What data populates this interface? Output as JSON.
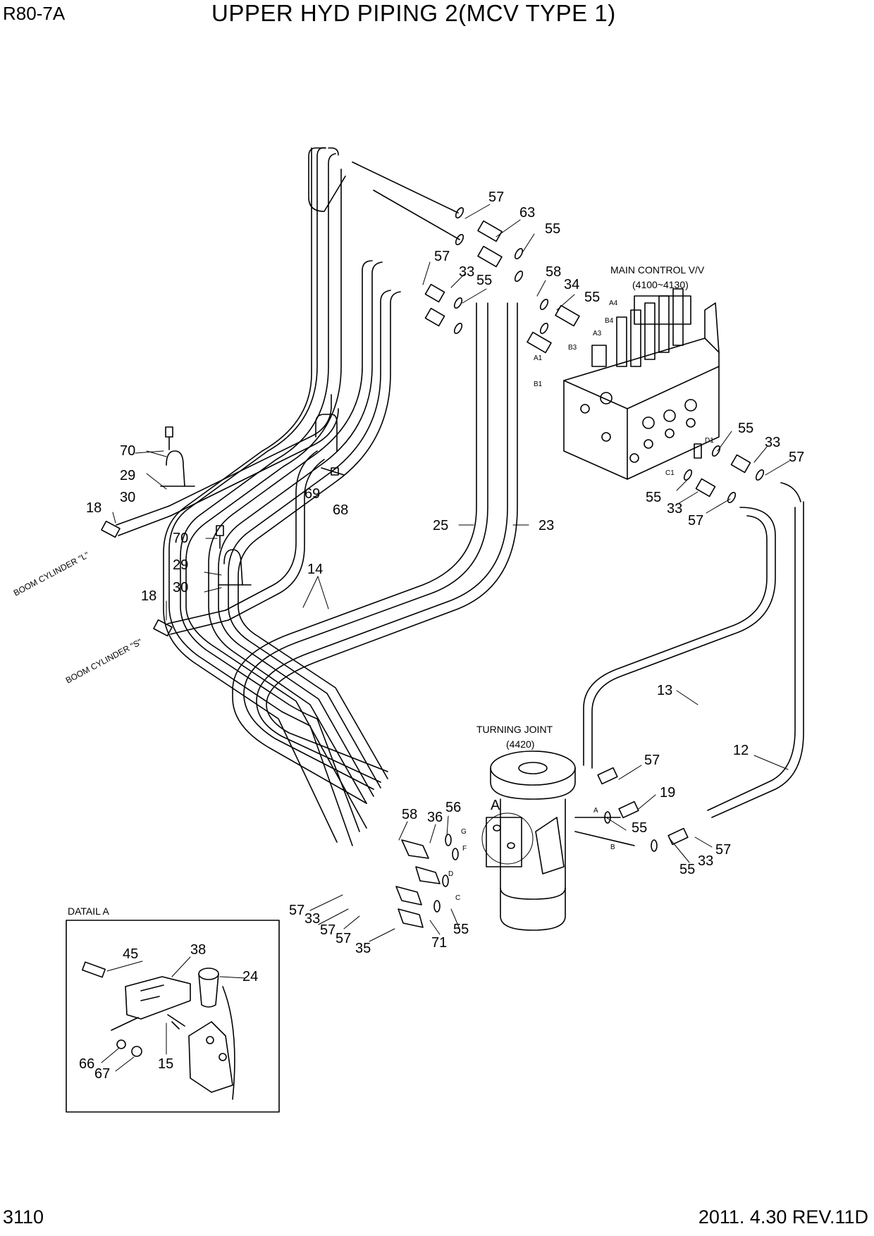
{
  "header": {
    "model": "R80-7A",
    "title": "UPPER HYD PIPING 2(MCV TYPE 1)"
  },
  "footer": {
    "page": "3110",
    "revision": "2011. 4.30 REV.11D"
  },
  "labels": {
    "main_control": "MAIN CONTROL V/V",
    "main_control_range": "(4100~4130)",
    "turning_joint": "TURNING JOINT",
    "turning_joint_code": "(4420)",
    "detail_a": "DATAIL A",
    "boom_l": "BOOM CYLINDER \"L\"",
    "boom_s": "BOOM CYLINDER \"S\"",
    "detail_marker": "A"
  },
  "ports": {
    "A4": "A4",
    "B4": "B4",
    "A3": "A3",
    "B3": "B3",
    "A1": "A1",
    "B1": "B1",
    "D1": "D1",
    "C1": "C1",
    "A": "A",
    "B": "B",
    "C": "C",
    "D": "D",
    "F": "F",
    "G": "G"
  },
  "callouts": {
    "c57a": "57",
    "c63": "63",
    "c55a": "55",
    "c57b": "57",
    "c33a": "33",
    "c55b": "55",
    "c58a": "58",
    "c34": "34",
    "c55c": "55",
    "c55d": "55",
    "c33b": "33",
    "c57c": "57",
    "c55e": "55",
    "c33c": "33",
    "c57d": "57",
    "c70a": "70",
    "c29a": "29",
    "c30a": "30",
    "c18a": "18",
    "c69": "69",
    "c68": "68",
    "c70b": "70",
    "c29b": "29",
    "c30b": "30",
    "c18b": "18",
    "c14": "14",
    "c25": "25",
    "c23": "23",
    "c13": "13",
    "c12": "12",
    "c57e": "57",
    "c19": "19",
    "c55f": "55",
    "c55g": "55",
    "c33d": "33",
    "c57f": "57",
    "c58b": "58",
    "c36": "36",
    "c56": "56",
    "c57g": "57",
    "c33e": "33",
    "c57h": "57",
    "c57i": "57",
    "c35": "35",
    "c71": "71",
    "c55h": "55",
    "c45": "45",
    "c38": "38",
    "c24": "24",
    "c66": "66",
    "c67": "67",
    "c15": "15"
  }
}
